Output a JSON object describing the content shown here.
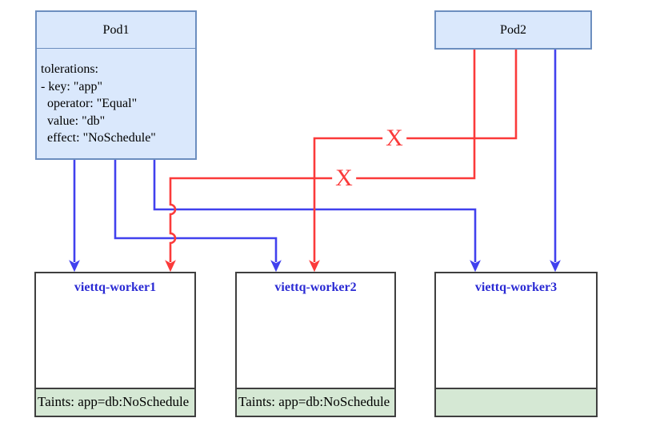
{
  "diagram": {
    "pod1": {
      "title": "Pod1",
      "body_lines": [
        "tolerations:",
        "- key: \"app\"",
        "  operator: \"Equal\"",
        "  value: \"db\"",
        "  effect: \"NoSchedule\""
      ]
    },
    "pod2": {
      "title": "Pod2"
    },
    "workers": [
      {
        "title": "viettq-worker1",
        "taint": "Taints: app=db:NoSchedule"
      },
      {
        "title": "viettq-worker2",
        "taint": "Taints: app=db:NoSchedule"
      },
      {
        "title": "viettq-worker3",
        "taint": ""
      }
    ],
    "blocked_marks": [
      {
        "label": "X"
      },
      {
        "label": "X"
      }
    ],
    "colors": {
      "pod_fill": "#dae8fc",
      "pod_border": "#6c8ebf",
      "taint_fill": "#d5e8d4",
      "node_border": "#3f3f3f",
      "allow_arrow": "#4141ee",
      "block_arrow": "#fb3a3a",
      "worker_title": "#2a2ad4"
    }
  }
}
